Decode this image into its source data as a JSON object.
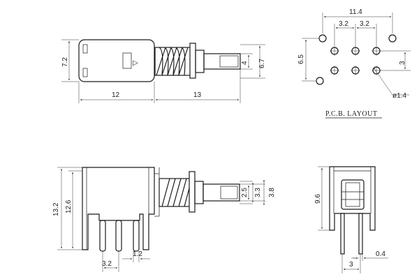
{
  "top_view": {
    "width_body": "12",
    "width_plunger": "13",
    "height_body": "7.2",
    "height_plunger_outer": "6.7",
    "height_plunger_inner": "4",
    "arrow_glyph": "▷"
  },
  "pcb_layout": {
    "caption": "P.C.B. LAYOUT",
    "overall_width": "11.4",
    "pitch_left": "3.2",
    "pitch_right": "3.2",
    "row_offset": "6.5",
    "row_pitch": "3",
    "hole_dia": "ø1.4"
  },
  "side_view": {
    "height_total": "13.2",
    "height_body": "12.6",
    "plunger_h1": "2.5",
    "plunger_h2": "3.3",
    "plunger_h3": "3.8",
    "pin_pitch": "3.2",
    "pin_width": "1.2"
  },
  "end_view": {
    "height": "9.6",
    "pin_pitch": "3",
    "pin_thick": "0.4"
  }
}
